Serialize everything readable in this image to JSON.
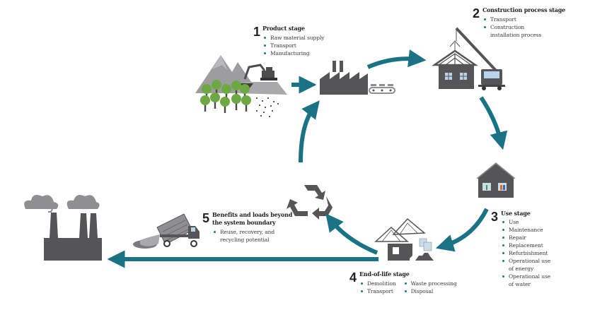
{
  "diagram": {
    "title": "Building life cycle stages",
    "colors": {
      "arrow": "#1a7384",
      "icon_dark": "#555557",
      "icon_mid": "#8f8f91",
      "icon_light": "#b9b9bb",
      "tree_green": "#6ea843",
      "tree_trunk": "#4a4a4a",
      "window_blue": "#b9d3ea",
      "bullet": "#1f7585"
    },
    "stages": [
      {
        "number": "1",
        "title": "Product stage",
        "items": [
          "Raw material supply",
          "Transport",
          "Manufacturing"
        ],
        "icons": [
          "mountains-icon",
          "trees-icon",
          "excavator-icon",
          "factory-icon",
          "conveyor-icon"
        ]
      },
      {
        "number": "2",
        "title": "Construction process stage",
        "items": [
          "Transport",
          "Construction installation process"
        ],
        "item_lines": [
          [
            "Transport"
          ],
          [
            "Construction",
            "installation process"
          ]
        ],
        "icons": [
          "crane-truck-icon",
          "house-under-construction-icon"
        ]
      },
      {
        "number": "3",
        "title": "Use stage",
        "items": [
          "Use",
          "Maintenance",
          "Repair",
          "Replacement",
          "Refurbishment",
          "Operational use of energy",
          "Operational use of water"
        ],
        "item_lines": [
          [
            "Use"
          ],
          [
            "Maintenance"
          ],
          [
            "Repair"
          ],
          [
            "Replacement"
          ],
          [
            "Refurbishment"
          ],
          [
            "Operational use",
            "of energy"
          ],
          [
            "Operational use",
            "of water"
          ]
        ],
        "icons": [
          "inhabited-house-icon"
        ]
      },
      {
        "number": "4",
        "title": "End-of-life stage",
        "items_col1": [
          "Demolition",
          "Transport"
        ],
        "items_col2": [
          "Waste processing",
          "Disposal"
        ],
        "icons": [
          "demolished-building-icon",
          "rubble-icon"
        ]
      },
      {
        "number": "5",
        "title_lines": [
          "Benefits and loads beyond",
          "the system boundary"
        ],
        "items": [
          "Reuse, recovery, and recycling potential"
        ],
        "item_lines": [
          [
            "Reuse, recovery, and",
            "recycling potential"
          ]
        ],
        "icons": [
          "dump-truck-icon",
          "landfill-pit-icon",
          "recycle-icon",
          "smoking-factory-icon"
        ]
      }
    ]
  }
}
